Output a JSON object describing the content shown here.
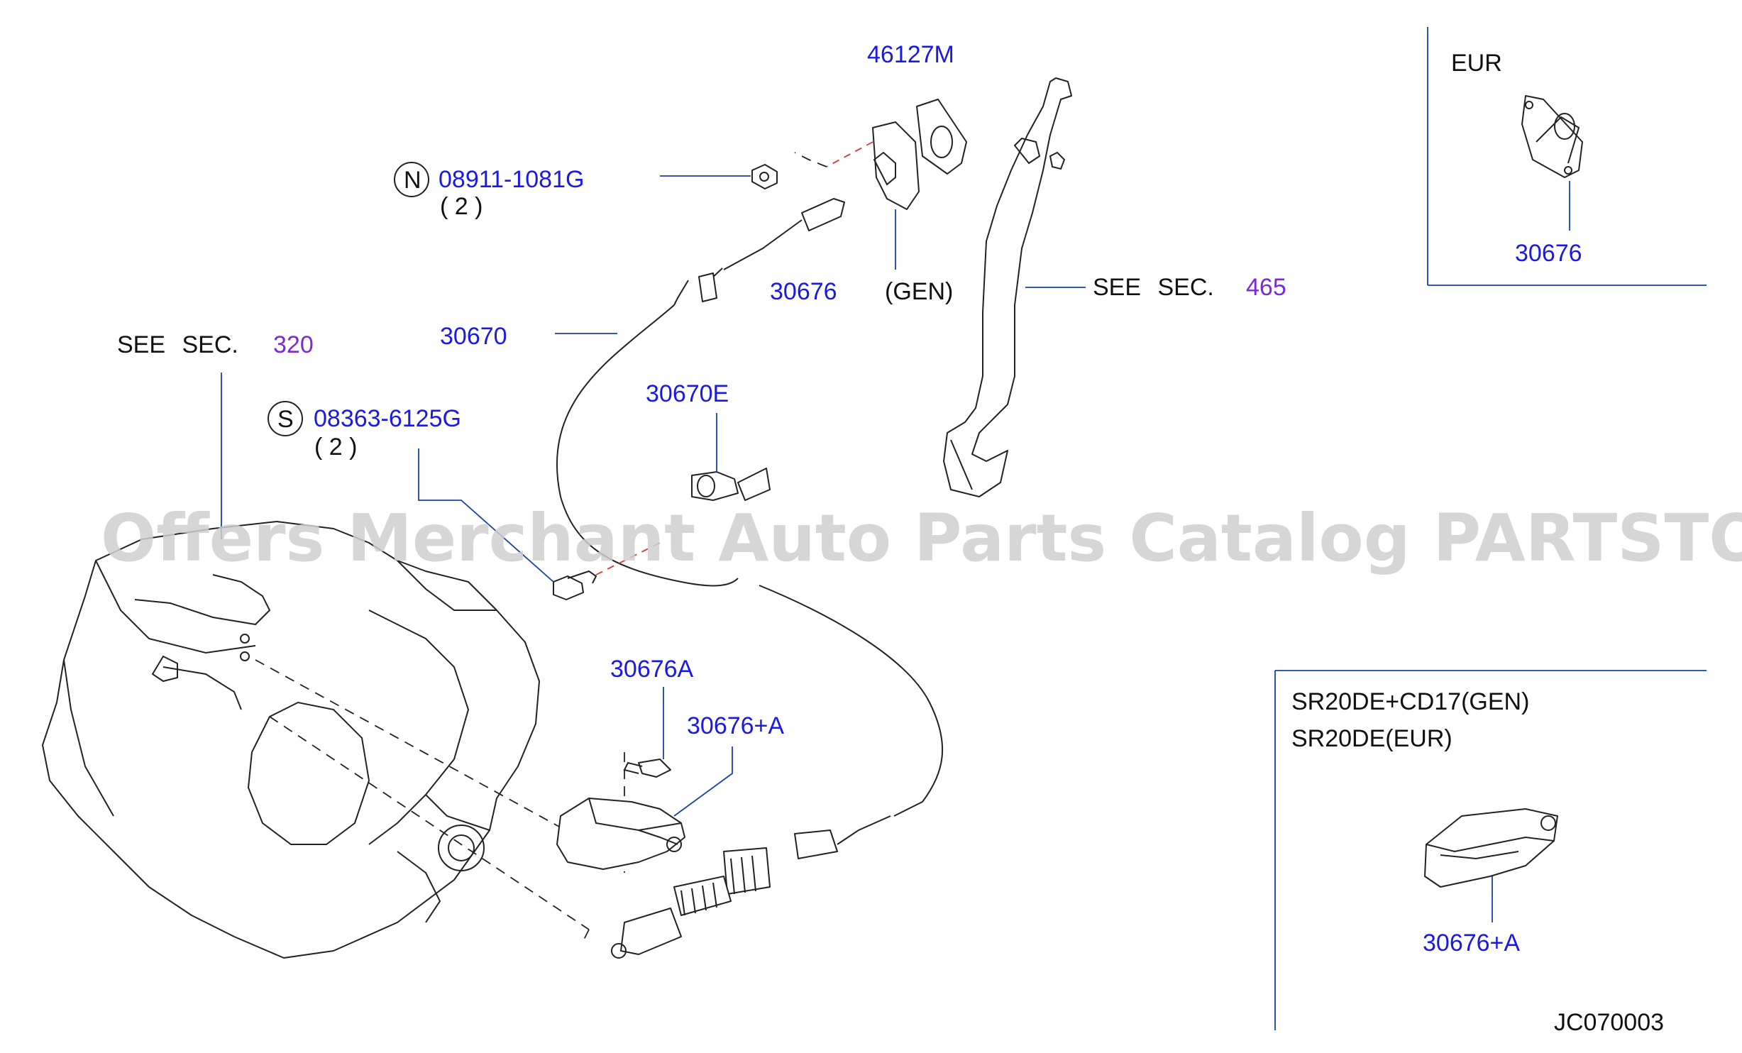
{
  "watermark": "Offers Merchant Auto Parts Catalog PARTSTORE.SA",
  "diagram_code": "JC070003",
  "colors": {
    "part_number": "#1a1ae6",
    "section_ref": "#7a2ad6",
    "text": "#111111",
    "leader": "#1a3fa8",
    "dash": "#dd3333"
  },
  "labels": {
    "p46127m": "46127M",
    "nut_symbol": "N",
    "nut_number": "08911-1081G",
    "nut_qty": "( 2 )",
    "p30676": "30676",
    "gen": "(GEN)",
    "see_sec": "SEE SEC.",
    "sec465": "465",
    "sec320": "320",
    "p30670": "30670",
    "bolt_symbol": "S",
    "bolt_number": "08363-6125G",
    "bolt_qty": "( 2 )",
    "p30670e": "30670E",
    "p30676a": "30676A",
    "p30676pa": "30676+A"
  },
  "inset_eur": {
    "title": "EUR",
    "part": "30676"
  },
  "inset_engine": {
    "line1": "SR20DE+CD17(GEN)",
    "line2": "SR20DE(EUR)",
    "part": "30676+A"
  }
}
